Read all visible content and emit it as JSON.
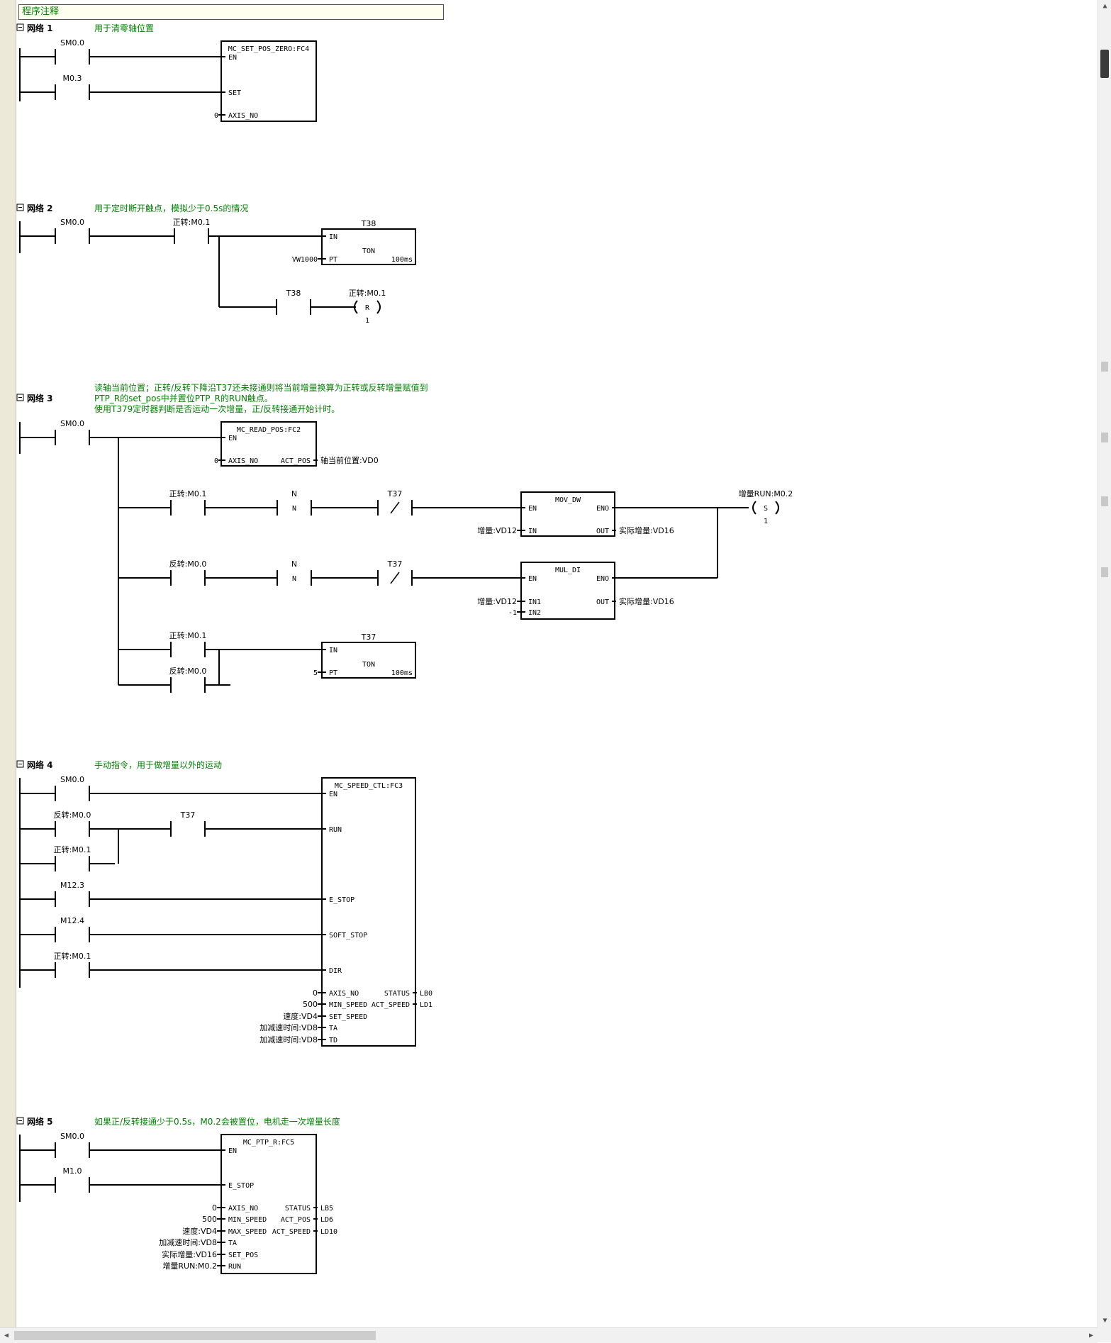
{
  "program_comment": "程序注释",
  "icons": {
    "rung_collapse": "collapse-toggle-icon",
    "scroll_up": "chevron-up-icon",
    "scroll_down": "chevron-down-icon",
    "scroll_left": "chevron-left-icon",
    "scroll_right": "chevron-right-icon"
  },
  "networks": [
    {
      "id": 1,
      "label": "网络 1",
      "comment": "用于清零轴位置",
      "contacts": [
        {
          "id": "n1c1",
          "label": "SM0.0",
          "type": "no"
        },
        {
          "id": "n1c2",
          "label": "M0.3",
          "type": "no"
        }
      ],
      "blocks": [
        {
          "id": "n1b1",
          "title": "MC_SET_POS_ZERO:FC4",
          "inputs": [
            "EN",
            "SET",
            "AXIS_NO"
          ],
          "input_values": {
            "AXIS_NO": "0"
          },
          "outputs": []
        }
      ]
    },
    {
      "id": 2,
      "label": "网络 2",
      "comment": "用于定时断开触点，模拟少于0.5s的情况",
      "contacts": [
        {
          "id": "n2c1",
          "label": "SM0.0",
          "type": "no"
        },
        {
          "id": "n2c2",
          "label": "正转:M0.1",
          "type": "no"
        },
        {
          "id": "n2c3",
          "label": "T38",
          "type": "no"
        }
      ],
      "timers": [
        {
          "id": "n2t1",
          "title": "T38",
          "type": "TON",
          "inputs": [
            "IN",
            "PT"
          ],
          "pt_value": "VW1000",
          "base": "100ms"
        }
      ],
      "coils": [
        {
          "id": "n2k1",
          "label": "正转:M0.1",
          "op": "R",
          "count": "1"
        }
      ]
    },
    {
      "id": 3,
      "label": "网络 3",
      "comment_lines": [
        "读轴当前位置；正转/反转下降沿T37还未接通则将当前增量换算为正转或反转增量赋值到",
        "PTP_R的set_pos中并置位PTP_R的RUN触点。",
        "使用T379定时器判断是否运动一次增量，正/反转接通开始计时。"
      ],
      "contacts": [
        {
          "id": "n3c1",
          "label": "SM0.0",
          "type": "no"
        },
        {
          "id": "n3c2",
          "label": "正转:M0.1",
          "type": "no"
        },
        {
          "id": "n3c3",
          "label": "N",
          "type": "neg"
        },
        {
          "id": "n3c4",
          "label": "T37",
          "type": "nc"
        },
        {
          "id": "n3c5",
          "label": "反转:M0.0",
          "type": "no"
        },
        {
          "id": "n3c6",
          "label": "N",
          "type": "neg"
        },
        {
          "id": "n3c7",
          "label": "T37",
          "type": "nc"
        },
        {
          "id": "n3c8",
          "label": "正转:M0.1",
          "type": "no"
        },
        {
          "id": "n3c9",
          "label": "反转:M0.0",
          "type": "no"
        }
      ],
      "blocks": [
        {
          "id": "n3b1",
          "title": "MC_READ_POS:FC2",
          "inputs": [
            "EN",
            "AXIS_NO"
          ],
          "outputs": [
            "ACT_POS"
          ],
          "input_values": {
            "AXIS_NO": "0"
          },
          "output_values": {
            "ACT_POS": "轴当前位置:VD0"
          }
        },
        {
          "id": "n3b2",
          "title": "MOV_DW",
          "inputs": [
            "EN",
            "IN"
          ],
          "outputs": [
            "ENO",
            "OUT"
          ],
          "input_values": {
            "IN": "增量:VD12"
          },
          "output_values": {
            "OUT": "实际增量:VD16"
          }
        },
        {
          "id": "n3b3",
          "title": "MUL_DI",
          "inputs": [
            "EN",
            "IN1",
            "IN2"
          ],
          "outputs": [
            "ENO",
            "OUT"
          ],
          "input_values": {
            "IN1": "增量:VD12",
            "IN2": "-1"
          },
          "output_values": {
            "OUT": "实际增量:VD16"
          }
        }
      ],
      "timers": [
        {
          "id": "n3t1",
          "title": "T37",
          "type": "TON",
          "inputs": [
            "IN",
            "PT"
          ],
          "pt_value": "5",
          "base": "100ms"
        }
      ],
      "coils": [
        {
          "id": "n3k1",
          "label": "增量RUN:M0.2",
          "op": "S",
          "count": "1"
        }
      ]
    },
    {
      "id": 4,
      "label": "网络 4",
      "comment": "手动指令，用于做增量以外的运动",
      "contacts": [
        {
          "id": "n4c1",
          "label": "SM0.0",
          "type": "no"
        },
        {
          "id": "n4c2",
          "label": "反转:M0.0",
          "type": "no"
        },
        {
          "id": "n4c3",
          "label": "T37",
          "type": "no"
        },
        {
          "id": "n4c4",
          "label": "正转:M0.1",
          "type": "no"
        },
        {
          "id": "n4c5",
          "label": "M12.3",
          "type": "no"
        },
        {
          "id": "n4c6",
          "label": "M12.4",
          "type": "no"
        },
        {
          "id": "n4c7",
          "label": "正转:M0.1",
          "type": "no"
        }
      ],
      "blocks": [
        {
          "id": "n4b1",
          "title": "MC_SPEED_CTL:FC3",
          "inputs": [
            "EN",
            "RUN",
            "E_STOP",
            "SOFT_STOP",
            "DIR",
            "AXIS_NO",
            "MIN_SPEED",
            "SET_SPEED",
            "TA",
            "TD"
          ],
          "outputs": [
            "STATUS",
            "ACT_SPEED"
          ],
          "input_values": {
            "AXIS_NO": "0",
            "MIN_SPEED": "500",
            "SET_SPEED": "速度:VD4",
            "TA": "加减速时间:VD8",
            "TD": "加减速时间:VD8"
          },
          "output_values": {
            "STATUS": "LB0",
            "ACT_SPEED": "LD1"
          }
        }
      ]
    },
    {
      "id": 5,
      "label": "网络 5",
      "comment": "如果正/反转接通少于0.5s，M0.2会被置位，电机走一次增量长度",
      "contacts": [
        {
          "id": "n5c1",
          "label": "SM0.0",
          "type": "no"
        },
        {
          "id": "n5c2",
          "label": "M1.0",
          "type": "no"
        }
      ],
      "blocks": [
        {
          "id": "n5b1",
          "title": "MC_PTP_R:FC5",
          "inputs": [
            "EN",
            "E_STOP",
            "AXIS_NO",
            "MIN_SPEED",
            "MAX_SPEED",
            "TA",
            "SET_POS",
            "RUN"
          ],
          "outputs": [
            "STATUS",
            "ACT_POS",
            "ACT_SPEED"
          ],
          "input_values": {
            "AXIS_NO": "0",
            "MIN_SPEED": "500",
            "MAX_SPEED": "速度:VD4",
            "TA": "加减速时间:VD8",
            "SET_POS": "实际增量:VD16",
            "RUN": "增量RUN:M0.2"
          },
          "output_values": {
            "STATUS": "LB5",
            "ACT_POS": "LD6",
            "ACT_SPEED": "LD10"
          }
        }
      ]
    }
  ]
}
